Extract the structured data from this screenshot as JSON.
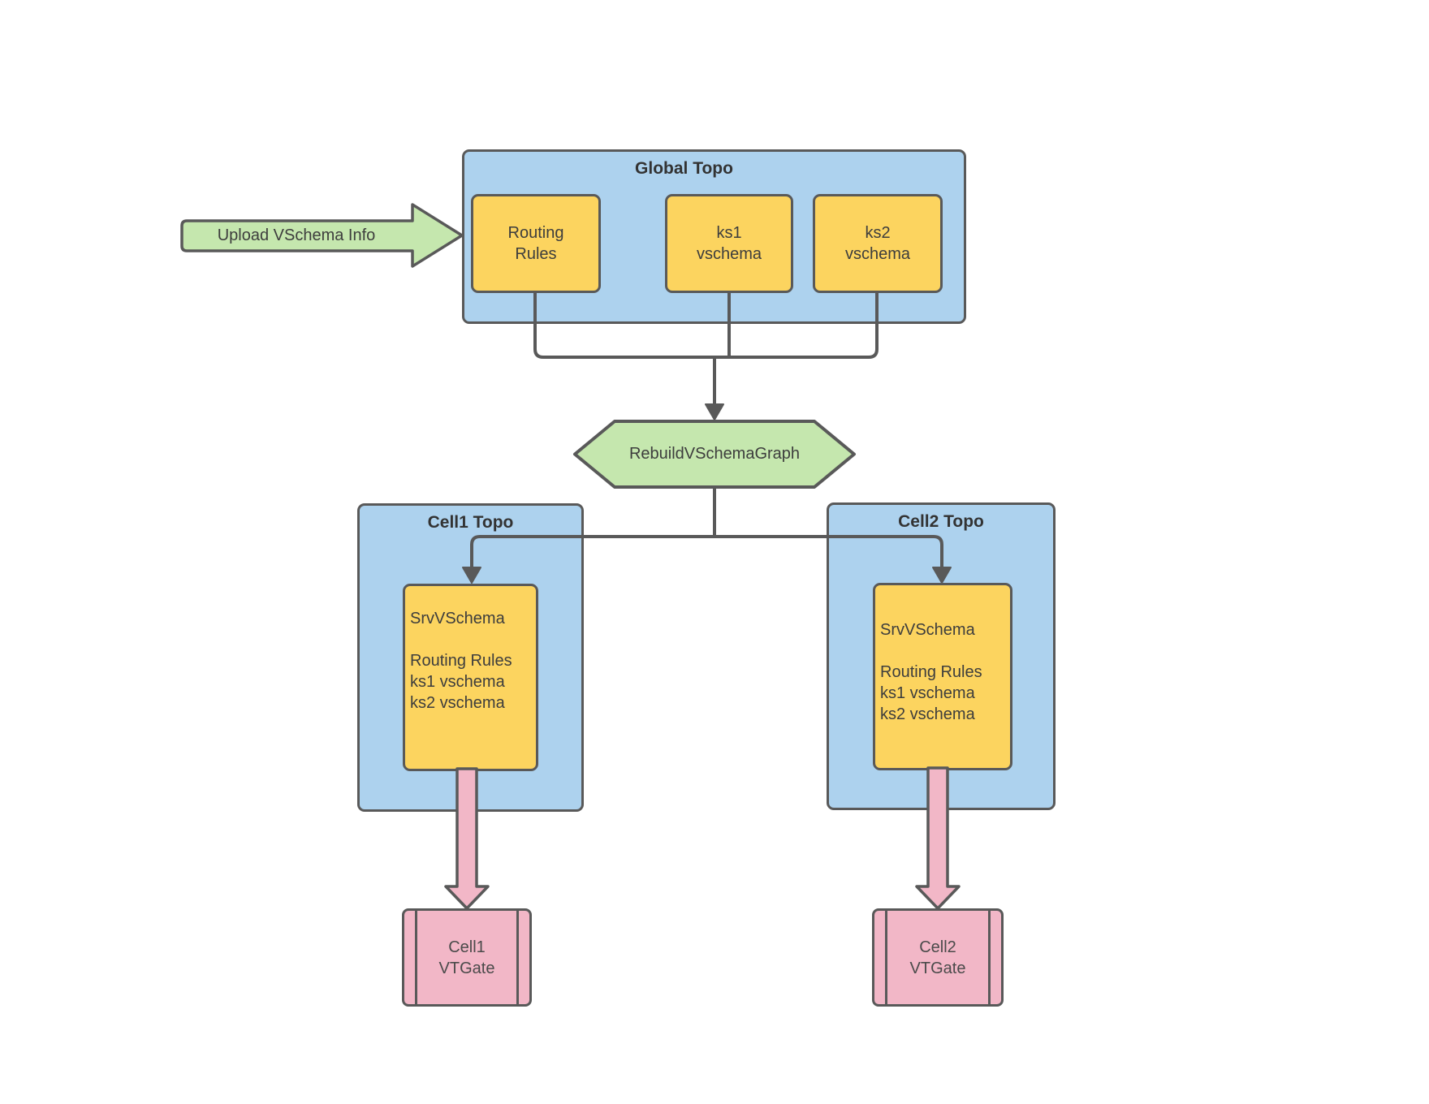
{
  "upload_arrow": {
    "label": "Upload VSchema Info"
  },
  "global_topo": {
    "title": "Global Topo",
    "routing_rules": "Routing\nRules",
    "ks1": "ks1\nvschema",
    "ks2": "ks2\nvschema"
  },
  "rebuild_step": {
    "label": "RebuildVSchemaGraph"
  },
  "cell1": {
    "title": "Cell1 Topo",
    "srv_vschema": "SrvVSchema\n\nRouting Rules\nks1 vschema\nks2 vschema",
    "vtgate": "Cell1\nVTGate"
  },
  "cell2": {
    "title": "Cell2 Topo",
    "srv_vschema": "SrvVSchema\n\nRouting Rules\nks1 vschema\nks2 vschema",
    "vtgate": "Cell2\nVTGate"
  },
  "colors": {
    "container_blue": "#ADD2EE",
    "node_yellow": "#FCD45F",
    "process_green": "#C5E7AE",
    "gateway_pink": "#F2B7C7",
    "line_gray": "#595959",
    "text_gray": "#3D3D3D"
  }
}
